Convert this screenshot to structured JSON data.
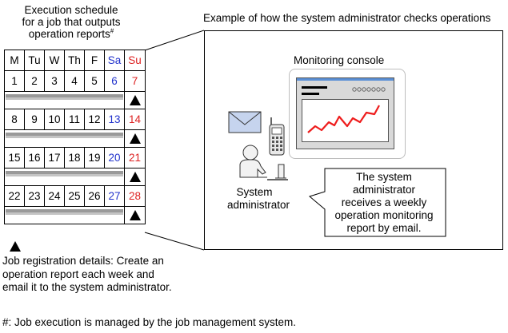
{
  "schedule": {
    "title": "Execution schedule\nfor a job that outputs\noperation reports",
    "title_mark": "#",
    "weekday_headers": [
      "M",
      "Tu",
      "W",
      "Th",
      "F",
      "Sa",
      "Su"
    ],
    "weeks": [
      [
        "1",
        "2",
        "3",
        "4",
        "5",
        "6",
        "7"
      ],
      [
        "8",
        "9",
        "10",
        "11",
        "12",
        "13",
        "14"
      ],
      [
        "15",
        "16",
        "17",
        "18",
        "19",
        "20",
        "21"
      ],
      [
        "22",
        "23",
        "24",
        "25",
        "26",
        "27",
        "28"
      ]
    ],
    "colors": {
      "saturday": "#2233cc",
      "sunday": "#dd2222",
      "job_bar": "#9a9a9a"
    }
  },
  "legend": {
    "text": "Job registration details: Create an operation report each week and email it to the system administrator."
  },
  "footnote": "#: Job execution is managed by the job management system.",
  "example": {
    "title": "Example of how the system administrator checks operations",
    "console_title": "Monitoring console",
    "person_label": "System\nadministrator",
    "callout": "The system\nadministrator\nreceives a weekly\noperation monitoring\nreport by email.",
    "graph_color": "#ee1c1c",
    "console_bar_color": "#5a8fd6",
    "icons": [
      "envelope-icon",
      "mobile-phone-icon",
      "person-icon",
      "desk-terminal-icon",
      "monitor-icon",
      "line-graph-icon"
    ]
  }
}
